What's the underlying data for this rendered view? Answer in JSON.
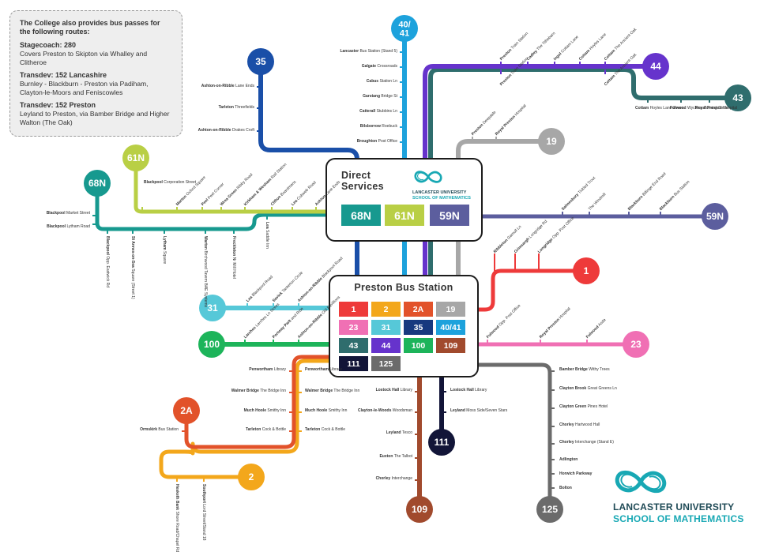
{
  "info": {
    "heading": "The College also provides bus passes for the following routes:",
    "sections": [
      {
        "operator": "Stagecoach: 280",
        "text": "Covers Preston to Skipton via Whalley and Clitheroe"
      },
      {
        "operator": "Transdev: 152 Lancashire",
        "text": "Burnley - Blackburn - Preston via Padiham, Clayton-le-Moors and Feniscowles"
      },
      {
        "operator": "Transdev: 152 Preston",
        "text": "Leyland to Preston, via Bamber Bridge and Higher Walton (The Oak)"
      }
    ]
  },
  "direct": {
    "title_line1": "Direct",
    "title_line2": "Services",
    "tiles": [
      {
        "label": "68N",
        "color": "#17998f"
      },
      {
        "label": "61N",
        "color": "#b9cf45"
      },
      {
        "label": "59N",
        "color": "#5c5e9e"
      }
    ]
  },
  "station": {
    "title": "Preston Bus Station",
    "tiles": [
      {
        "label": "1",
        "color": "#ee3a3a"
      },
      {
        "label": "2",
        "color": "#f3a71b"
      },
      {
        "label": "2A",
        "color": "#e2522a"
      },
      {
        "label": "19",
        "color": "#a7a7a7"
      },
      {
        "label": "23",
        "color": "#f070b4"
      },
      {
        "label": "31",
        "color": "#56c8d8"
      },
      {
        "label": "35",
        "color": "#17397f"
      },
      {
        "label": "40/41",
        "color": "#1da2dc"
      },
      {
        "label": "43",
        "color": "#2f6d6d"
      },
      {
        "label": "44",
        "color": "#6633cc"
      },
      {
        "label": "100",
        "color": "#1db45a"
      },
      {
        "label": "109",
        "color": "#a14a2d"
      },
      {
        "label": "111",
        "color": "#121538"
      },
      {
        "label": "125",
        "color": "#6b6b6b"
      }
    ]
  },
  "brand": {
    "line1": "LANCASTER UNIVERSITY",
    "line2": "SCHOOL OF MATHEMATICS",
    "primary": "#1f4a56",
    "accent": "#18a8b4",
    "icon": "lancaster-infinity-logo-icon"
  },
  "routes": [
    {
      "id": "r35",
      "label": "35",
      "color": "#1a4fa8",
      "stops": [
        {
          "name": "Ashton-on-Ribble",
          "detail": "Lane Ends"
        },
        {
          "name": "Tarleton",
          "detail": "Threefields"
        },
        {
          "name": "Ashton-on-Ribble",
          "detail": "Drakes Croft"
        }
      ]
    },
    {
      "id": "r4041",
      "label": "40/\n41",
      "color": "#1da2dc",
      "stops": [
        {
          "name": "Lancaster",
          "detail": "Bus Station (Stand 5)"
        },
        {
          "name": "Galgate",
          "detail": "Crossroads"
        },
        {
          "name": "Cabus",
          "detail": "Station Ln"
        },
        {
          "name": "Garstang",
          "detail": "Bridge St"
        },
        {
          "name": "Catterall",
          "detail": "Stubbins Ln"
        },
        {
          "name": "Bilsborrow",
          "detail": "Roebuck"
        },
        {
          "name": "Broughton",
          "detail": "Post Office"
        }
      ]
    },
    {
      "id": "r44",
      "label": "44",
      "color": "#6633cc",
      "stops": [
        {
          "name": "Preston",
          "detail": "Train Station"
        },
        {
          "name": "Cadley",
          "detail": "The Tithebarn"
        },
        {
          "name": "Ingol",
          "detail": "Cottam Lane"
        },
        {
          "name": "Cottam",
          "detail": "Hoyles Lane"
        },
        {
          "name": "Cottam",
          "detail": "The Ancient Oak"
        },
        {
          "name": "Preston",
          "detail": "Train Station"
        },
        {
          "name": "Cottam",
          "detail": "The Ancient Oak"
        }
      ]
    },
    {
      "id": "r43",
      "label": "43",
      "color": "#2f6d6d",
      "stops": [
        {
          "name": "Cottam",
          "detail": "Hoyles Lane Green"
        },
        {
          "name": "Fulwood",
          "detail": "Wychnor Turning Circle"
        },
        {
          "name": "Royal Preston",
          "detail": "Hospital"
        }
      ]
    },
    {
      "id": "r19",
      "label": "19",
      "color": "#a7a7a7",
      "stops": [
        {
          "name": "Preston",
          "detail": "Deepdale"
        },
        {
          "name": "Royal Preston",
          "detail": "Hospital"
        }
      ]
    },
    {
      "id": "r59n",
      "label": "59N",
      "color": "#5c5e9e",
      "stops": [
        {
          "name": "Salmesbury",
          "detail": "Tickled Trout"
        },
        {
          "name": "",
          "detail": "The Windmill"
        },
        {
          "name": "Blackburn",
          "detail": "Billinge End Road"
        },
        {
          "name": "Blackburn",
          "detail": "Bus Station"
        }
      ]
    },
    {
      "id": "r61n",
      "label": "61N",
      "color": "#b9cf45",
      "stops": [
        {
          "name": "Blackpool",
          "detail": "Corporation Street"
        },
        {
          "name": "Marton",
          "detail": "Oxford Square"
        },
        {
          "name": "Peel",
          "detail": "Peel Corner"
        },
        {
          "name": "Wrea Green",
          "detail": "Ribby Road"
        },
        {
          "name": "Kirkham & Wesham",
          "detail": "Rail Station"
        },
        {
          "name": "Clifton",
          "detail": "Boardmans"
        },
        {
          "name": "Lea",
          "detail": "Cobweb Road"
        },
        {
          "name": "Ashton",
          "detail": "Lane Ends"
        }
      ]
    },
    {
      "id": "r68n",
      "label": "68N",
      "color": "#17998f",
      "stops": [
        {
          "name": "Blackpool",
          "detail": "Market Street"
        },
        {
          "name": "Blackpool",
          "detail": "Lytham Road"
        },
        {
          "name": "Blackpool",
          "detail": "Opp. Eastwick Rd"
        },
        {
          "name": "St Annes-on-Sea",
          "detail": "Square (Street 1)"
        },
        {
          "name": "Lytham",
          "detail": "Square"
        },
        {
          "name": "Warton",
          "detail": "Birchwood Tavern BAE Systems"
        },
        {
          "name": "Freckleton",
          "detail": "Nr Mill Hotel"
        },
        {
          "name": "Lea",
          "detail": "Saddle Inn"
        }
      ]
    },
    {
      "id": "r1",
      "label": "1",
      "color": "#ee3a3a",
      "stops": [
        {
          "name": "Ribbleton",
          "detail": "Gamull Ln"
        },
        {
          "name": "Grimsargh",
          "detail": "Longridge Rd"
        },
        {
          "name": "Longridge",
          "detail": "Opp. Post Office"
        }
      ]
    },
    {
      "id": "r31",
      "label": "31",
      "color": "#56c8d8",
      "stops": [
        {
          "name": "Lea",
          "detail": "Blackpool Road"
        },
        {
          "name": "Savick",
          "detail": "Tanterton Circle"
        },
        {
          "name": "Ashton-on-Ribble",
          "detail": "Blackpool Road"
        }
      ]
    },
    {
      "id": "r100",
      "label": "100",
      "color": "#1db45a",
      "stops": [
        {
          "name": "Larches",
          "detail": "Larches Ln Stores"
        },
        {
          "name": "Portway Park",
          "detail": "and Ride"
        },
        {
          "name": "Ashton-on-Ribble",
          "detail": "Old Pavillions"
        }
      ]
    },
    {
      "id": "r23",
      "label": "23",
      "color": "#f070b4",
      "stops": [
        {
          "name": "Fulwood",
          "detail": "Opp. Post Office"
        },
        {
          "name": "Royal Preston",
          "detail": "Hospital"
        },
        {
          "name": "Fulwood",
          "detail": "Asda"
        }
      ]
    },
    {
      "id": "r125",
      "label": "125",
      "color": "#6b6b6b",
      "stops": [
        {
          "name": "Bamber Bridge",
          "detail": "Withy Trees"
        },
        {
          "name": "Clayton Brook",
          "detail": "Great Greens Ln"
        },
        {
          "name": "Clayton Green",
          "detail": "Pines Hotel"
        },
        {
          "name": "Chorley",
          "detail": "Hartwood Hall"
        },
        {
          "name": "Chorley",
          "detail": "Interchange (Stand E)"
        },
        {
          "name": "Adlington",
          "detail": ""
        },
        {
          "name": "Horwich Parkway",
          "detail": ""
        },
        {
          "name": "Bolton",
          "detail": ""
        }
      ]
    },
    {
      "id": "r111",
      "label": "111",
      "color": "#121538",
      "stops": [
        {
          "name": "Lostock Hall",
          "detail": "Library"
        },
        {
          "name": "Leyland",
          "detail": "Moss Side/Seven Stars"
        }
      ]
    },
    {
      "id": "r109",
      "label": "109",
      "color": "#a14a2d",
      "stops": [
        {
          "name": "Lostock Hall",
          "detail": "Library"
        },
        {
          "name": "Clayton-le-Woods",
          "detail": "Woodsman"
        },
        {
          "name": "Leyland",
          "detail": "Tesco"
        },
        {
          "name": "Euxton",
          "detail": "The Talbot"
        },
        {
          "name": "Chorley",
          "detail": "Interchange"
        }
      ]
    },
    {
      "id": "r2a",
      "label": "2A",
      "color": "#e2522a",
      "stops": [
        {
          "name": "Penwortham",
          "detail": "Library"
        },
        {
          "name": "Walmer Bridge",
          "detail": "The Bridge Inn"
        },
        {
          "name": "Much Hoole",
          "detail": "Smithy Inn"
        },
        {
          "name": "Tarleton",
          "detail": "Cock & Bottle"
        },
        {
          "name": "Ormskirk",
          "detail": "Bus Station"
        }
      ]
    },
    {
      "id": "r2",
      "label": "2",
      "color": "#f3a71b",
      "stops": [
        {
          "name": "Penwortham",
          "detail": "Library"
        },
        {
          "name": "Walmer Bridge",
          "detail": "The Bridge Inn"
        },
        {
          "name": "Much Hoole",
          "detail": "Smithy Inn"
        },
        {
          "name": "Tarleton",
          "detail": "Cock & Bottle"
        },
        {
          "name": "Hesketh Bank",
          "detail": "Shore Road/Chapel Rd"
        },
        {
          "name": "Southport",
          "detail": "Lord Street/Stand 18"
        }
      ]
    }
  ]
}
